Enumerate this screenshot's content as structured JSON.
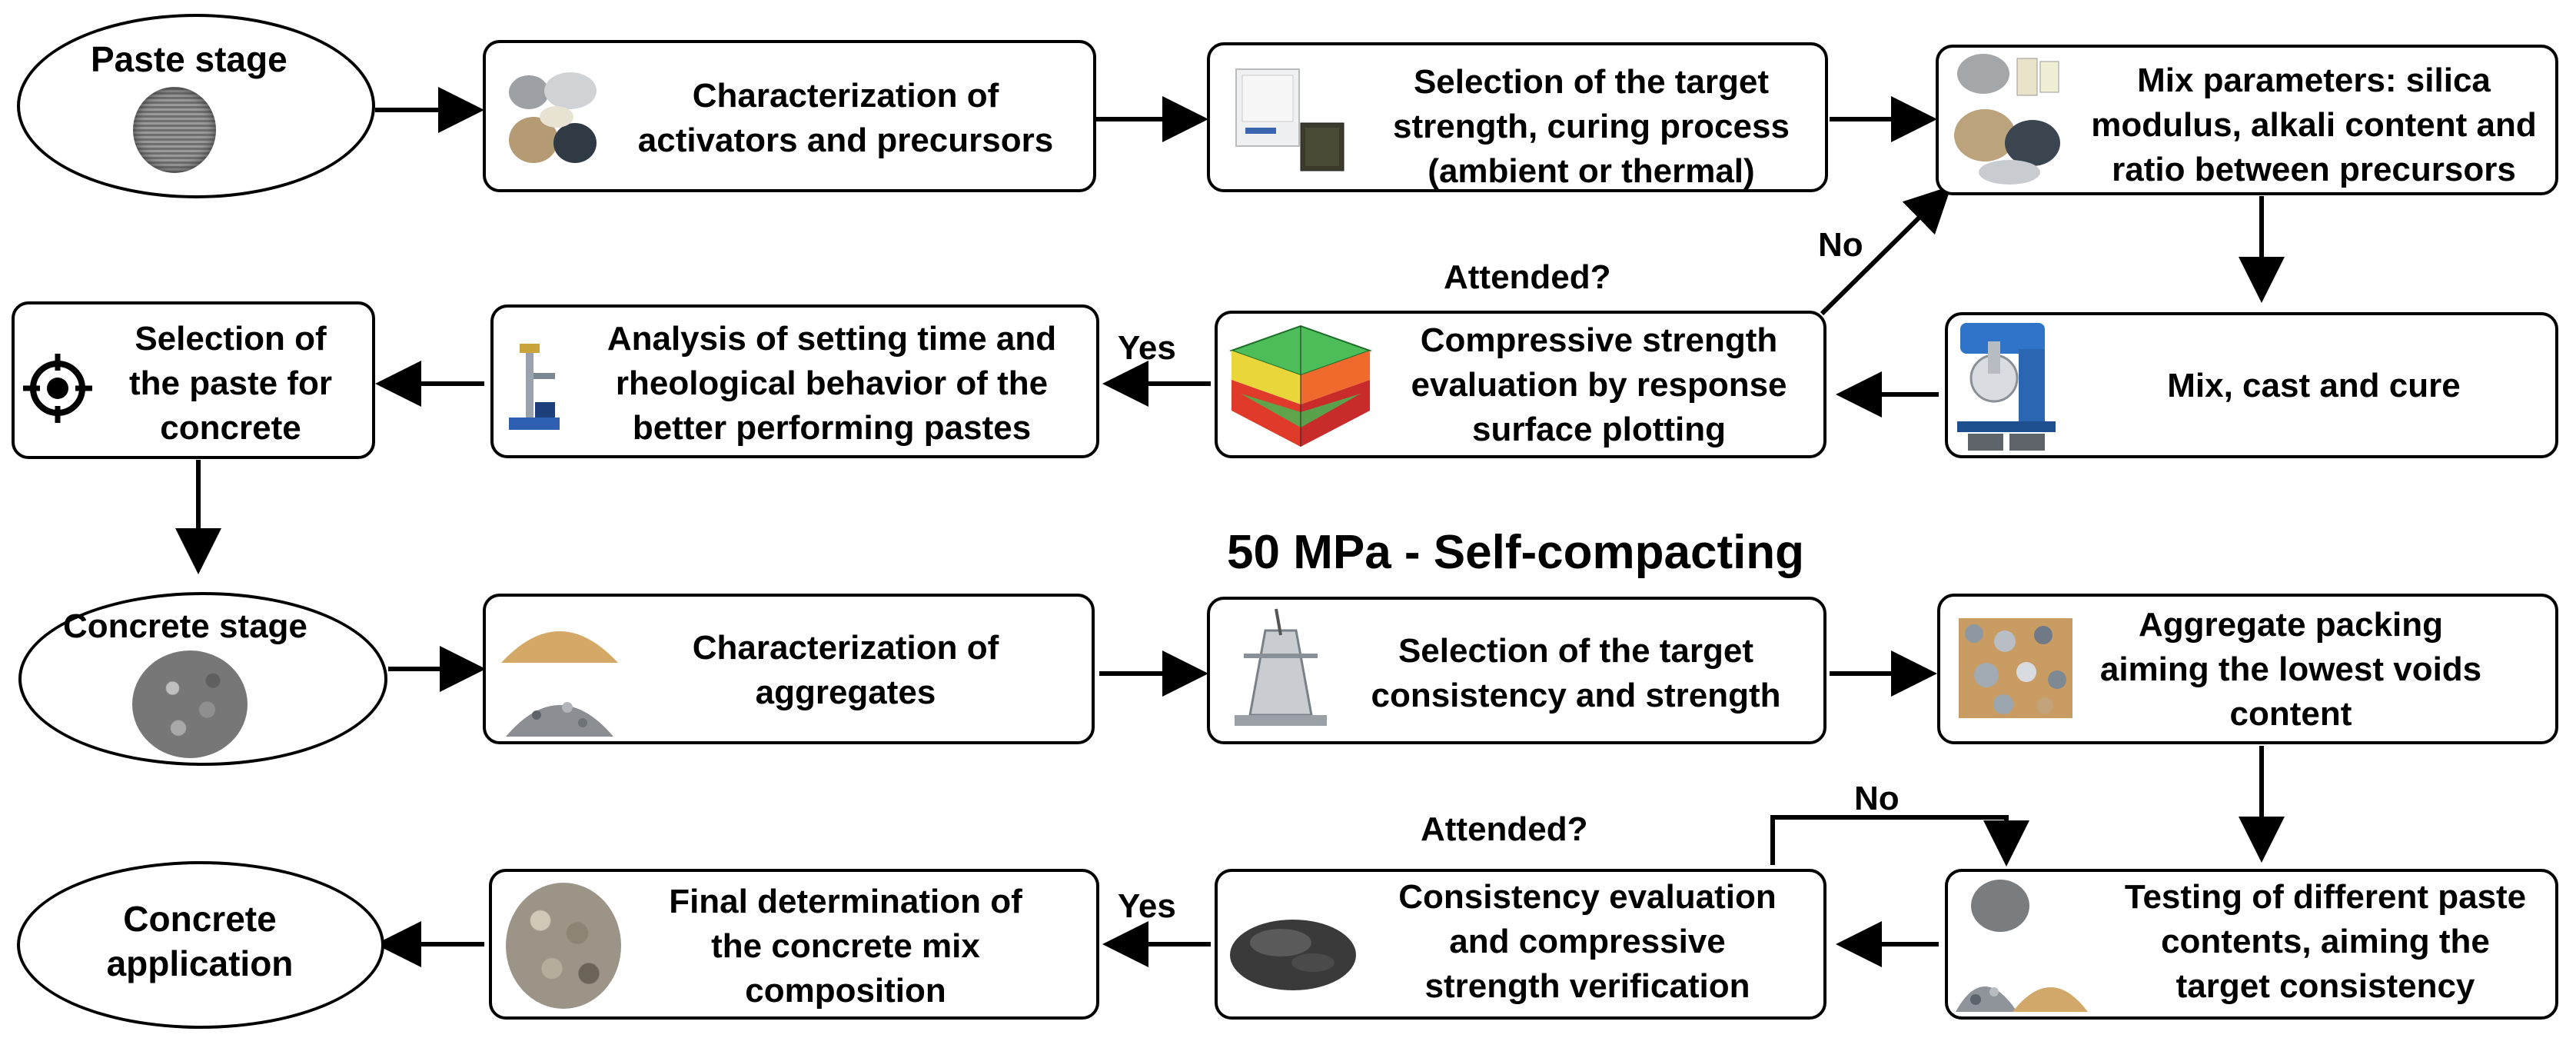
{
  "section_heading": "50 MPa - Self-compacting",
  "paste_stage": {
    "start_label": "Paste stage",
    "characterization": "Characterization of\nactivators and precursors",
    "target_selection": "Selection of the target\nstrength, curing process\n(ambient or thermal)",
    "mix_parameters": "Mix parameters: silica\nmodulus, alkali content and\nratio between precursors",
    "mix_cast_cure": "Mix, cast and cure",
    "compressive_eval": "Compressive strength\nevaluation by response\nsurface plotting",
    "decision_label": "Attended?",
    "no_label": "No",
    "yes_label": "Yes",
    "setting_analysis": "Analysis of setting time and\nrheological behavior of the\nbetter performing pastes",
    "paste_selection": "Selection of\nthe paste for\nconcrete"
  },
  "concrete_stage": {
    "start_label": "Concrete stage",
    "aggregates": "Characterization of\naggregates",
    "consistency_selection": "Selection of the target\nconsistency and strength",
    "aggregate_packing": "Aggregate packing\naiming the lowest voids\ncontent",
    "paste_testing": "Testing of different paste\ncontents, aiming the\ntarget consistency",
    "consistency_eval": "Consistency evaluation\nand compressive\nstrength verification",
    "decision_label": "Attended?",
    "no_label": "No",
    "yes_label": "Yes",
    "final_determination": "Final determination of\nthe concrete mix\ncomposition",
    "application": "Concrete\napplication"
  },
  "icons": {
    "paste_sample": "paste-sample-icon",
    "powders": "powder-samples-icon",
    "oven": "curing-oven-icon",
    "mixer": "mixer-icon",
    "surface_plot": "response-surface-icon",
    "vicat": "vicat-apparatus-icon",
    "target": "target-icon",
    "concrete_core": "concrete-core-icon",
    "sand_gravel": "sand-gravel-icon",
    "slump_cone": "slump-cone-icon",
    "aggregate_mix": "aggregate-mix-icon",
    "concrete_blob": "concrete-blob-icon"
  }
}
